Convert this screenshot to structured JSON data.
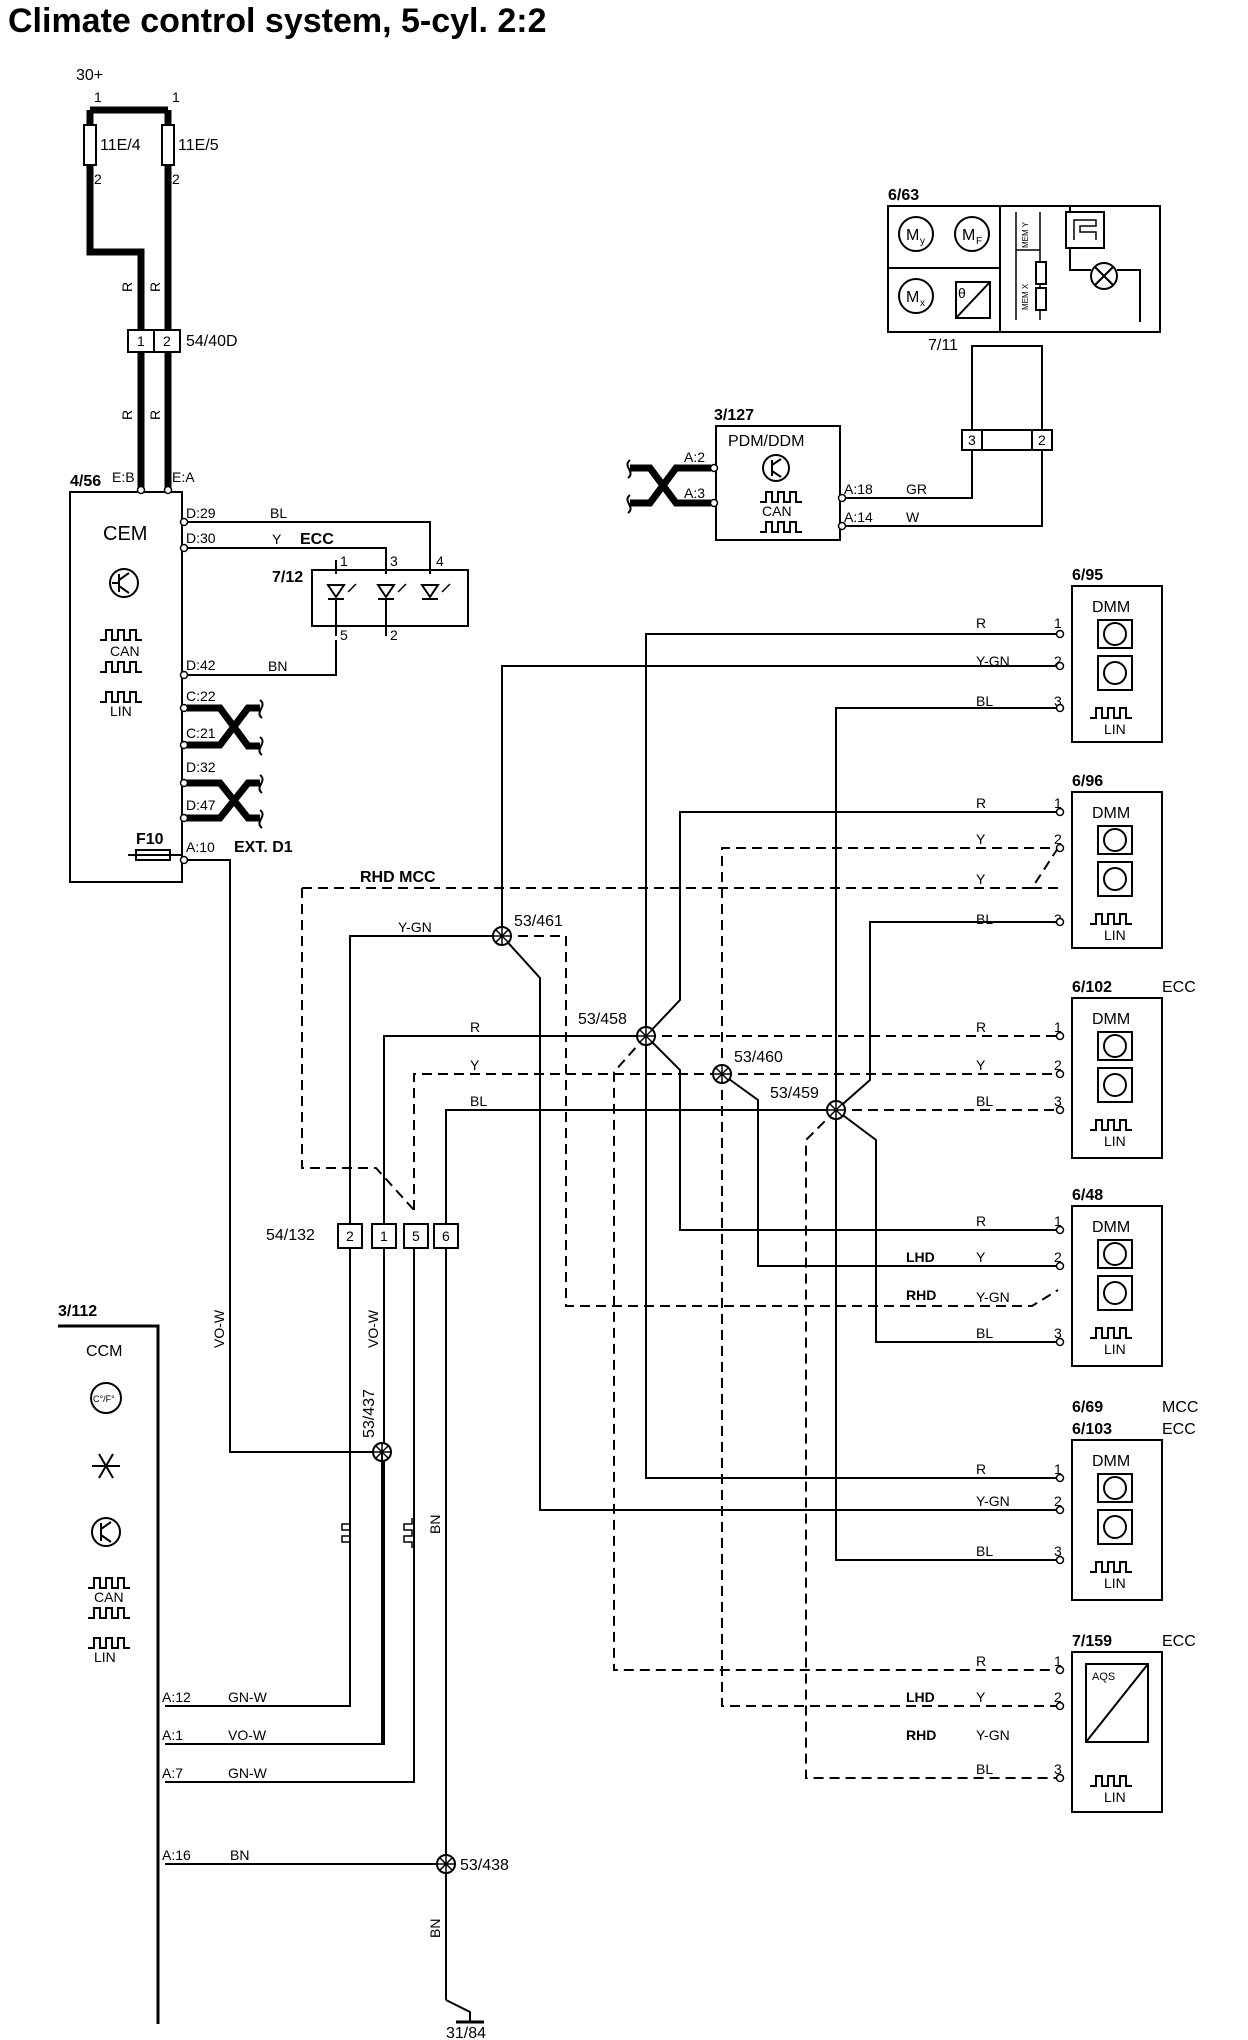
{
  "title": "Climate control system, 5-cyl. 2:2",
  "supply": {
    "label": "30+",
    "pin1a": "1",
    "pin1b": "1",
    "fuse_a": "11E/4",
    "fuse_b": "11E/5",
    "pin2a": "2",
    "pin2b": "2",
    "wire_color": "R"
  },
  "connector_5440d": {
    "id": "54/40D",
    "pin1": "1",
    "pin2": "2"
  },
  "cem": {
    "id": "4/56",
    "name": "CEM",
    "pin_eb": "E:B",
    "pin_ea": "E:A",
    "pins": {
      "d29": "D:29",
      "d30": "D:30",
      "d42": "D:42",
      "c22": "C:22",
      "c21": "C:21",
      "d32": "D:32",
      "d47": "D:47",
      "a10": "A:10"
    },
    "can": "CAN",
    "lin": "LIN",
    "fuse": "F10",
    "ext": "EXT. D1"
  },
  "led_712": {
    "id": "7/12",
    "ecc": "ECC",
    "p1": "1",
    "p3": "3",
    "p4": "4",
    "p5": "5",
    "p2": "2",
    "w_bl": "BL",
    "w_y": "Y",
    "w_bn": "BN"
  },
  "pdm": {
    "id": "3/127",
    "name": "PDM/DDM",
    "a2": "A:2",
    "a3": "A:3",
    "a18": "A:18",
    "a14": "A:14",
    "can": "CAN",
    "w_gr": "GR",
    "w_w": "W"
  },
  "sensor_663": {
    "id": "6/63",
    "sub": "7/11",
    "my": "M",
    "my_sub": "y",
    "mf": "M",
    "mf_sub": "F",
    "mx": "M",
    "mx_sub": "x",
    "theta": "θ",
    "mem_y": "MEM Y",
    "mem_x": "MEM X"
  },
  "conn_32": {
    "p3": "3",
    "p2": "2"
  },
  "dmm_695": {
    "id": "6/95",
    "name": "DMM",
    "lin": "LIN",
    "w1": "R",
    "w2": "Y-GN",
    "w3": "BL"
  },
  "dmm_696": {
    "id": "6/96",
    "name": "DMM",
    "lin": "LIN",
    "w1": "R",
    "w2a": "Y",
    "w2b": "Y",
    "w3": "BL"
  },
  "dmm_6102": {
    "id": "6/102",
    "tag": "ECC",
    "name": "DMM",
    "lin": "LIN",
    "w1": "R",
    "w2": "Y",
    "w3": "BL"
  },
  "dmm_648": {
    "id": "6/48",
    "name": "DMM",
    "lin": "LIN",
    "w1": "R",
    "lhd": "LHD",
    "w2a": "Y",
    "rhd": "RHD",
    "w2b": "Y-GN",
    "w3": "BL"
  },
  "dmm_669": {
    "id": "6/69",
    "id2": "6/103",
    "tag": "MCC",
    "tag2": "ECC",
    "name": "DMM",
    "lin": "LIN",
    "w1": "R",
    "w2": "Y-GN",
    "w3": "BL"
  },
  "aqs_7159": {
    "id": "7/159",
    "tag": "ECC",
    "name": "AQS",
    "lin": "LIN",
    "w1": "R",
    "lhd": "LHD",
    "w2a": "Y",
    "rhd": "RHD",
    "w2b": "Y-GN",
    "w3": "BL"
  },
  "pins": {
    "p1": "1",
    "p2": "2",
    "p3": "3"
  },
  "splices": {
    "s461": "53/461",
    "s458": "53/458",
    "s460": "53/460",
    "s459": "53/459",
    "s437": "53/437",
    "s438": "53/438"
  },
  "rhd_mcc": "RHD MCC",
  "middle_wires": {
    "ygn": "Y-GN",
    "r": "R",
    "y": "Y",
    "bl": "BL"
  },
  "connector_54132": {
    "id": "54/132",
    "p2": "2",
    "p1": "1",
    "p5": "5",
    "p6": "6"
  },
  "ccm": {
    "id": "3/112",
    "name": "CCM",
    "temp_unit": "C°/F°",
    "can": "CAN",
    "lin": "LIN",
    "a12": "A:12",
    "a1": "A:1",
    "a7": "A:7",
    "a16": "A:16",
    "w_a12": "GN-W",
    "w_a1": "VO-W",
    "w_a7": "GN-W",
    "w_a16": "BN"
  },
  "vertical_wires": {
    "vow1": "VO-W",
    "vow2": "VO-W",
    "bn1": "BN",
    "bn2": "BN"
  },
  "ground": {
    "id": "31/84"
  }
}
